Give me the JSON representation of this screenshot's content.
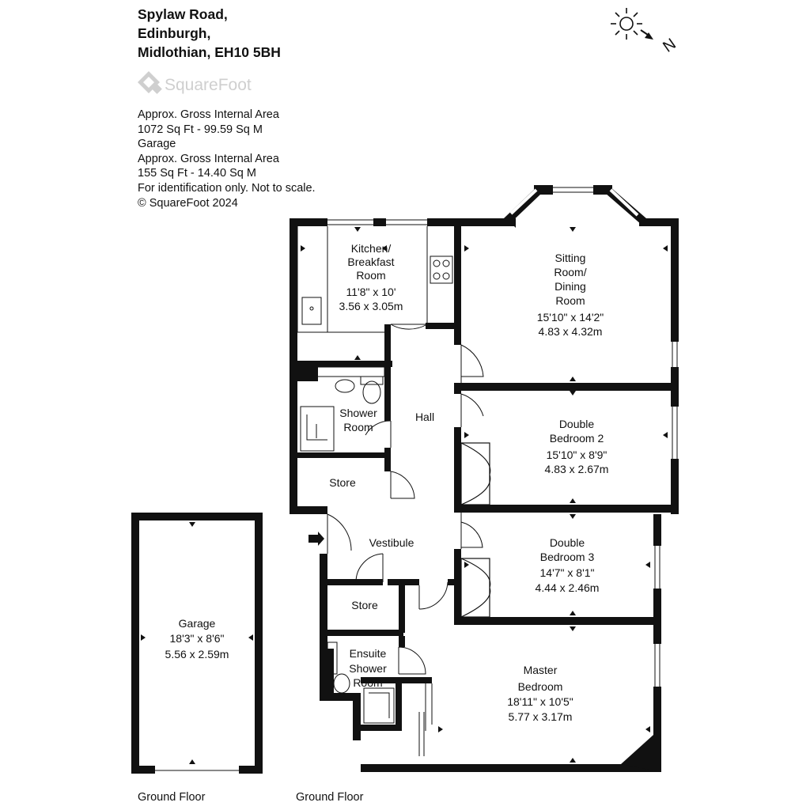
{
  "address": [
    "Spylaw Road,",
    "Edinburgh,",
    "Midlothian, EH10 5BH"
  ],
  "brand": "SquareFoot",
  "info": [
    "Approx. Gross Internal Area",
    "1072 Sq Ft  -  99.59 Sq M",
    "Garage",
    "Approx. Gross Internal Area",
    "155 Sq Ft  -  14.40 Sq M",
    "For identification only. Not to scale.",
    "© SquareFoot 2024"
  ],
  "compass_label": "N",
  "rooms": {
    "kitchen": [
      "Kitchen/",
      "Breakfast",
      "Room",
      "11'8\" x 10'",
      "3.56 x 3.05m"
    ],
    "sitting": [
      "Sitting",
      "Room/",
      "Dining",
      "Room",
      "15'10\" x 14'2\"",
      "4.83 x 4.32m"
    ],
    "shower": [
      "Shower",
      "Room"
    ],
    "hall": [
      "Hall"
    ],
    "bed2": [
      "Double",
      "Bedroom 2",
      "15'10\" x 8'9\"",
      "4.83 x 2.67m"
    ],
    "store1": [
      "Store"
    ],
    "vestibule": [
      "Vestibule"
    ],
    "bed3": [
      "Double",
      "Bedroom 3",
      "14'7\" x 8'1\"",
      "4.44 x 2.46m"
    ],
    "store2": [
      "Store"
    ],
    "ensuite": [
      "Ensuite",
      "Shower",
      "Room"
    ],
    "master": [
      "Master",
      "Bedroom",
      "18'11\" x 10'5\"",
      "5.77 x 3.17m"
    ],
    "garage": [
      "Garage",
      "18'3\" x 8'6\"",
      "5.56 x 2.59m"
    ]
  },
  "floor_labels": [
    "Ground Floor",
    "Ground Floor"
  ],
  "colors": {
    "wall": "#111111",
    "window": "#ffffff",
    "text": "#111111",
    "logo": "#c8c8c8"
  }
}
